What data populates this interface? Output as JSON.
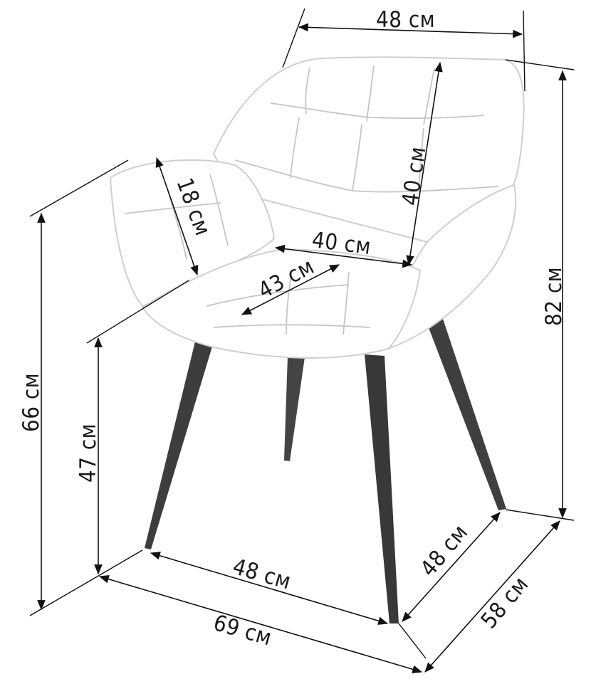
{
  "colors": {
    "line": "#111111",
    "legs": "#3a3a3a",
    "seat_outline": "#d6d6d6",
    "seat_fill": "#ffffff",
    "tuft": "#c8c8c8"
  },
  "dimensions": {
    "top_width": "48 см",
    "back_height": "40 см",
    "arm_depth": "18 см",
    "seat_width": "40 см",
    "seat_depth": "43 см",
    "total_height": "82 см",
    "arm_height": "66 см",
    "seat_height": "47 см",
    "leg_front_span": "48 см",
    "leg_side_span": "48 см",
    "overall_width": "69 см",
    "overall_depth": "58 см"
  }
}
